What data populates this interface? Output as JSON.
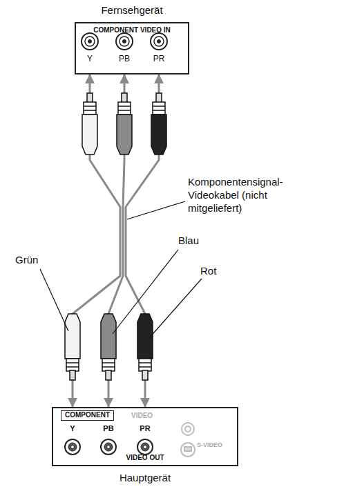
{
  "diagram": {
    "nodes": [
      {
        "text": [
          "Fernsehgerät",
          "COMPONENT VIDEO IN"
        ]
      },
      {
        "text": [
          "VIDEO OUT",
          "Hauptgerät"
        ]
      }
    ],
    "edges": [
      {
        "from": 1,
        "to": 0,
        "arrow": "both"
      },
      {
        "from": 1,
        "to": 0,
        "arrow": "both"
      },
      {
        "from": 1,
        "to": 0,
        "arrow": "both"
      }
    ],
    "labels": [
      "Y",
      "PB",
      "PR",
      "Komponentensignal-Videokabel (nicht mitgeliefert)",
      "Blau",
      "Grün",
      "Rot",
      "COMPONENT",
      "VIDEO",
      "Y",
      "PB",
      "PR",
      "S-VIDEO"
    ]
  }
}
